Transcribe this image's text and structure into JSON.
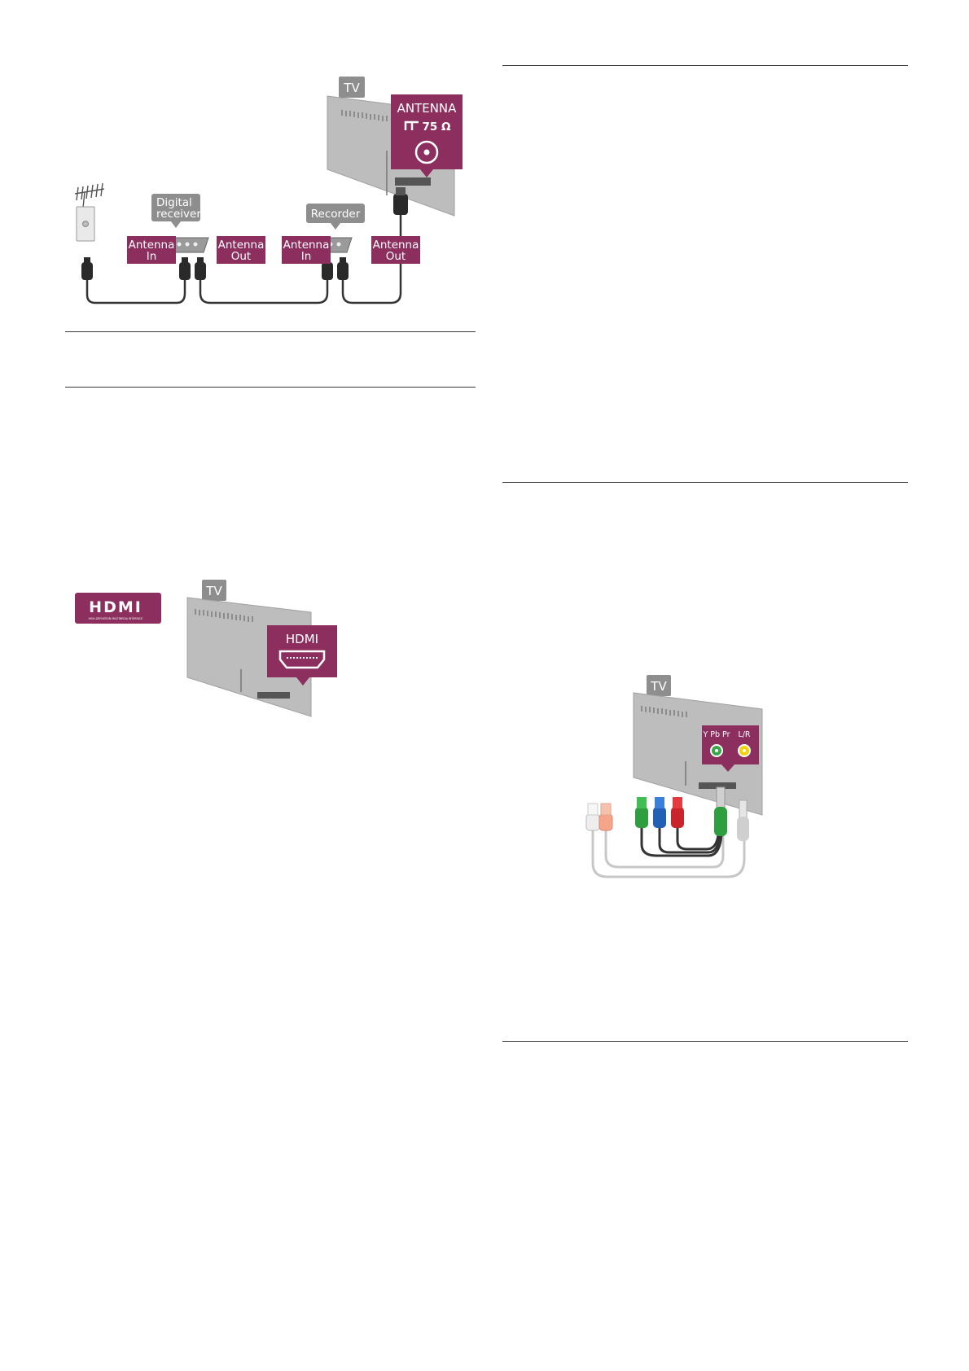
{
  "colors": {
    "accent": "#8c2f5e",
    "tag_gray": "#8e8e8e",
    "tv_body": "#bdbdbd",
    "cable": "#333333",
    "rule": "#3a3a3a"
  },
  "antenna_figure": {
    "tv_tag": "TV",
    "antenna_label": "ANTENNA",
    "antenna_spec": "75 Ω",
    "digital_receiver_line1": "Digital",
    "digital_receiver_line2": "receiver",
    "recorder_label": "Recorder",
    "antenna_in_line1": "Antenna",
    "antenna_in_line2": "In",
    "antenna_out_line1": "Antenna",
    "antenna_out_line2": "Out"
  },
  "hdmi_figure": {
    "logo_text": "HDMI",
    "logo_tagline": "HIGH-DEFINITION MULTIMEDIA INTERFACE",
    "tv_tag": "TV",
    "port_label": "HDMI"
  },
  "ypbpr_figure": {
    "tv_tag": "TV",
    "ypbpr_label": "Y Pb Pr",
    "lr_label": "L/R"
  }
}
